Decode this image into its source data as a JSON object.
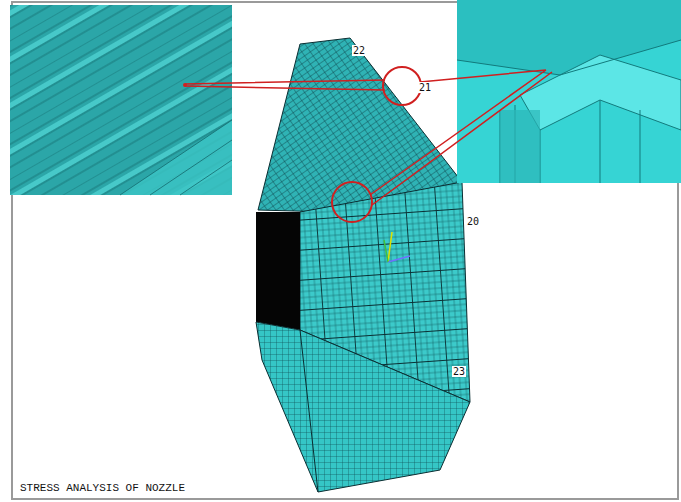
{
  "diagram": {
    "title": "STRESS ANALYSIS OF NOZZLE",
    "labels": [
      "22",
      "21",
      "20",
      "23"
    ]
  }
}
